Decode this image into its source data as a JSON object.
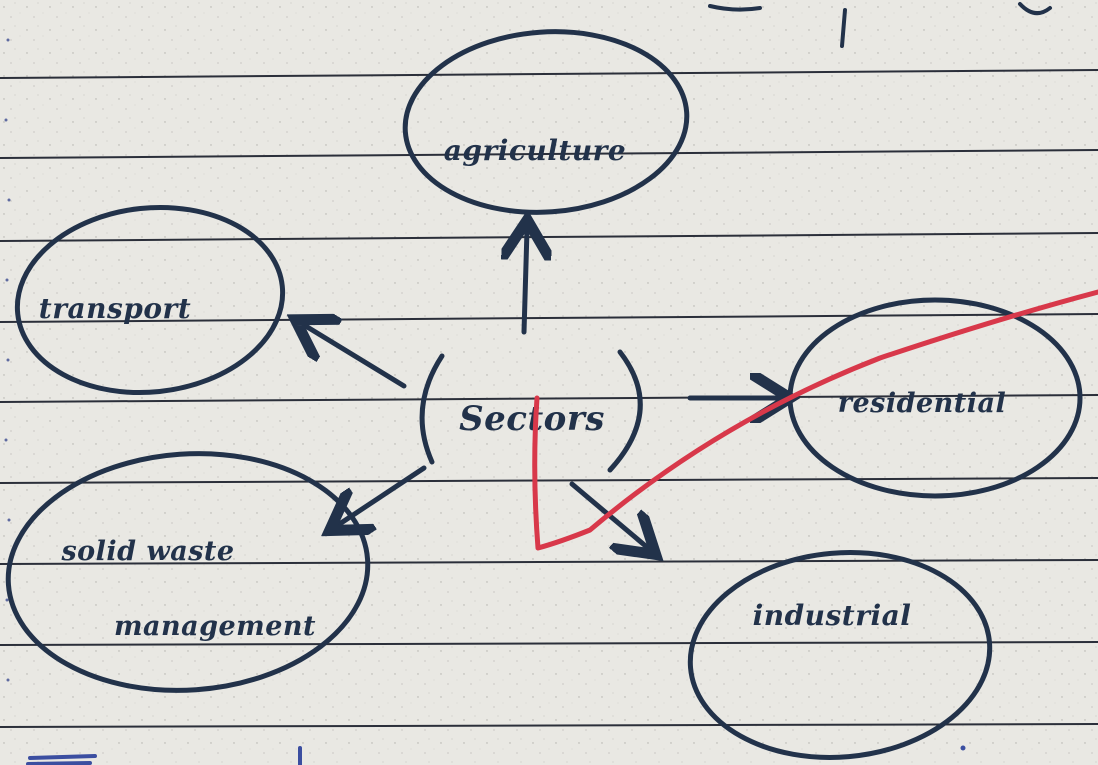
{
  "diagram": {
    "center_label": "Sectors",
    "nodes": [
      {
        "id": "agriculture",
        "label": "agriculture"
      },
      {
        "id": "transport",
        "label": "transport"
      },
      {
        "id": "residential",
        "label": "residential"
      },
      {
        "id": "solid-waste",
        "label_line1": "solid waste",
        "label_line2": "management"
      },
      {
        "id": "industrial",
        "label": "industrial"
      }
    ]
  },
  "colors": {
    "paper": "#e9e8e3",
    "rule_line": "#2b2f3a",
    "ink": "#22324a",
    "correction_mark": "#d8384a",
    "margin_dots": "#5e6aa0"
  }
}
